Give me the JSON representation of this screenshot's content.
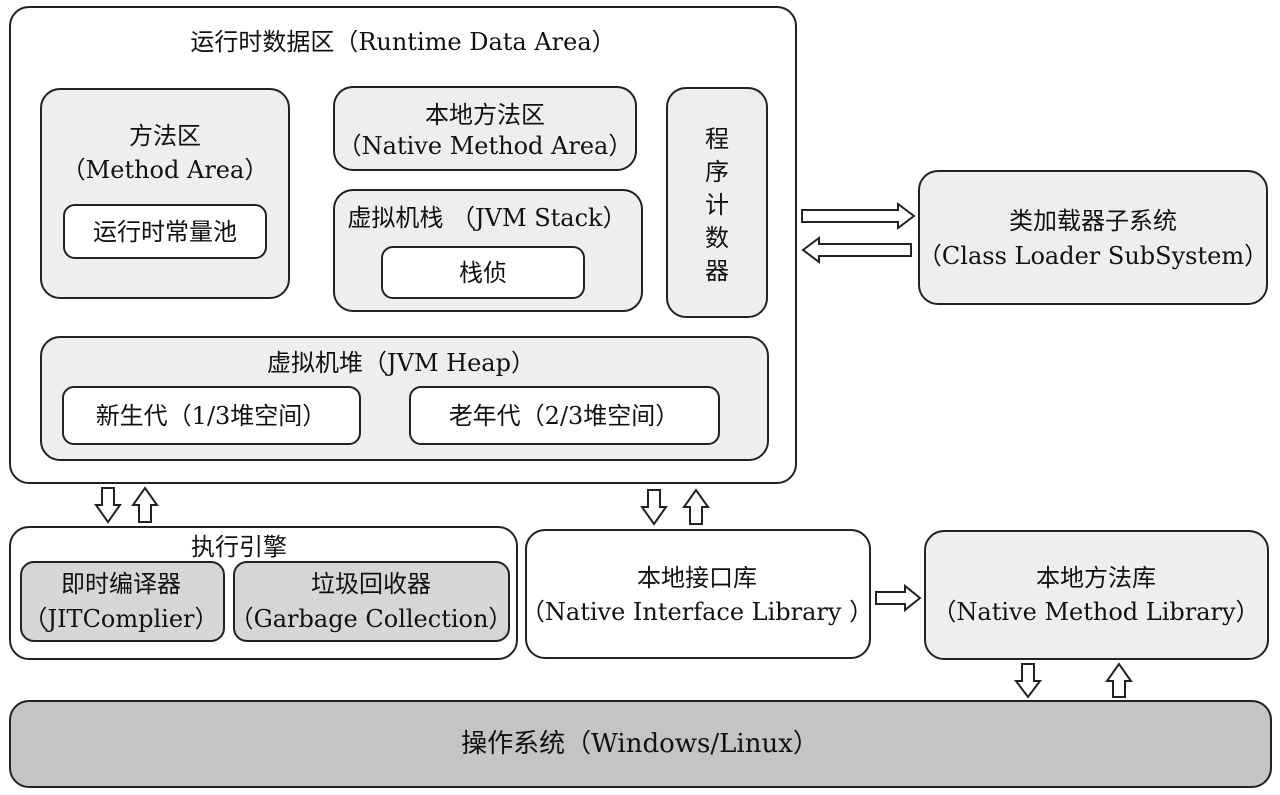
{
  "runtime": {
    "title": "运行时数据区（Runtime Data Area）",
    "method_area": {
      "title": "方法区",
      "subtitle": "（Method Area）",
      "constant_pool": "运行时常量池"
    },
    "native_method_area": {
      "title": "本地方法区",
      "subtitle": "（Native Method Area）"
    },
    "jvm_stack": {
      "title": "虚拟机栈 （JVM Stack）",
      "frame": "栈侦"
    },
    "pc_register": {
      "chars": [
        "程",
        "序",
        "计",
        "数",
        "器"
      ]
    },
    "heap": {
      "title": "虚拟机堆（JVM Heap）",
      "young": "新生代（1/3堆空间）",
      "old": "老年代（2/3堆空间）"
    }
  },
  "class_loader": {
    "title": "类加载器子系统",
    "subtitle": "（Class Loader SubSystem）"
  },
  "execution_engine": {
    "title": "执行引擎",
    "jit": {
      "title": "即时编译器",
      "subtitle": "（JITComplier）"
    },
    "gc": {
      "title": "垃圾回收器",
      "subtitle": "（Garbage Collection）"
    }
  },
  "native_interface": {
    "title": "本地接口库",
    "subtitle": "（Native Interface Library ）"
  },
  "native_library": {
    "title": "本地方法库",
    "subtitle": "（Native Method Library）"
  },
  "os": {
    "title": "操作系统（Windows/Linux）"
  }
}
